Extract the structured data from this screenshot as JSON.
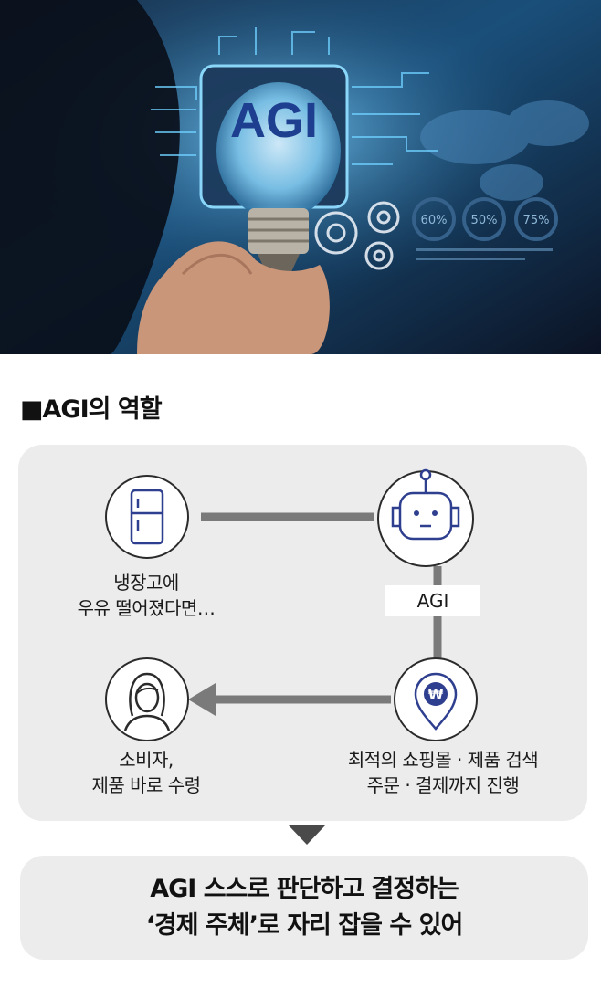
{
  "hero": {
    "chip_text": "AGI",
    "gauges": [
      "60%",
      "50%",
      "75%"
    ]
  },
  "section": {
    "title": "■AGI의 역할"
  },
  "nodes": {
    "fridge": {
      "icon": "refrigerator-icon",
      "line1": "냉장고에",
      "line2": "우유 떨어졌다면…"
    },
    "robot": {
      "icon": "robot-icon",
      "tag": "AGI"
    },
    "consumer": {
      "icon": "woman-icon",
      "line1": "소비자,",
      "line2": "제품 바로 수령"
    },
    "payment": {
      "icon": "won-location-pin-icon",
      "line1": "최적의 쇼핑몰 · 제품  검색",
      "line2": "주문 · 결제까지 진행"
    }
  },
  "conclusion": {
    "line1": "AGI 스스로 판단하고 결정하는",
    "line2": "‘경제 주체’로 자리 잡을 수 있어"
  },
  "colors": {
    "panel": "#ececec",
    "connector": "#7a7a7a",
    "icon_stroke": "#2f3f8f",
    "hero_dark": "#0d1a2e",
    "hero_glow": "#5fb8e8"
  }
}
